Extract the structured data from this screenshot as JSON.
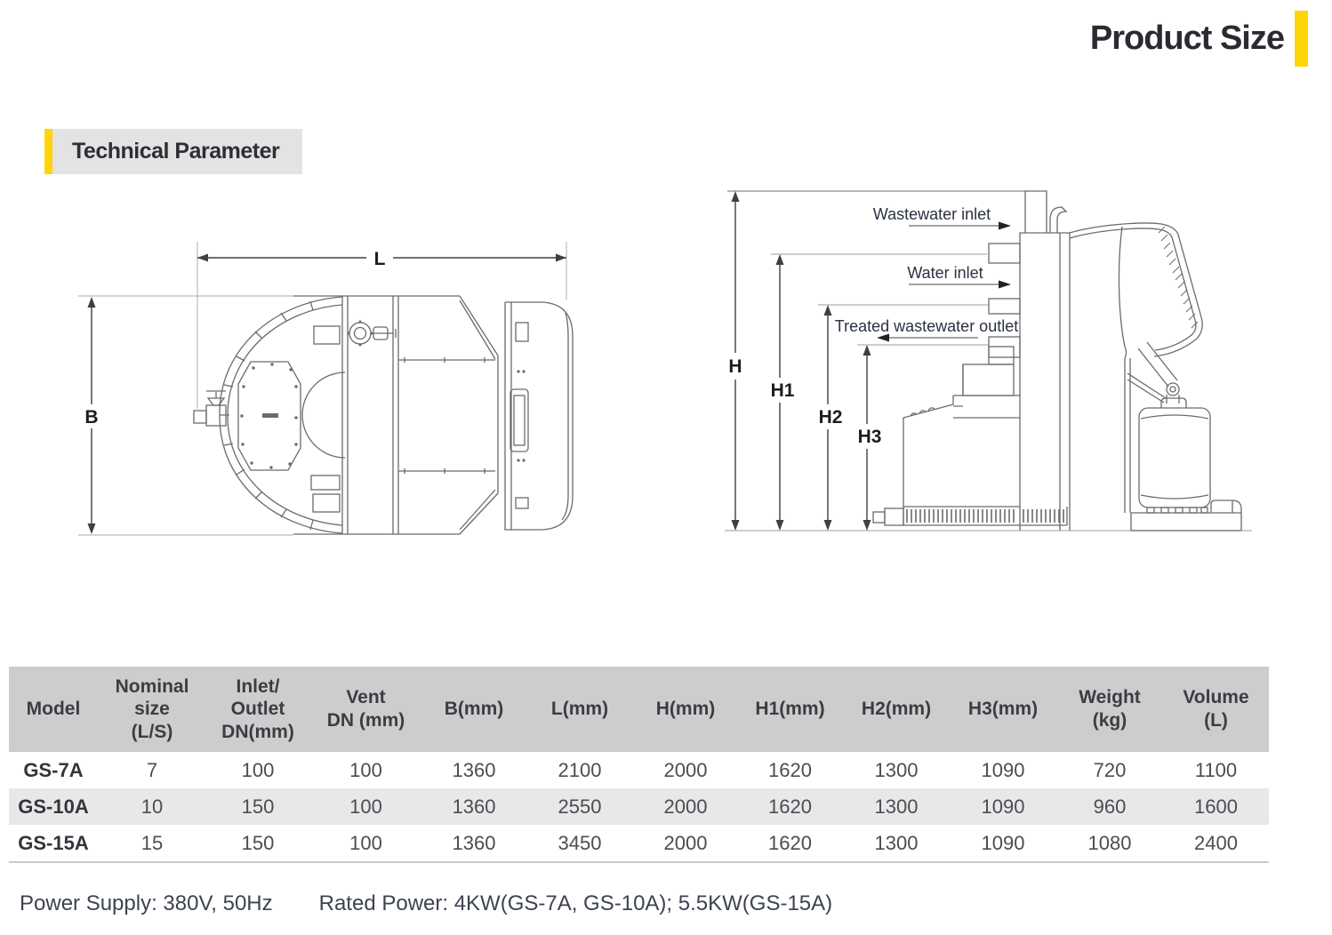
{
  "page": {
    "title": "Product Size",
    "section_heading": "Technical Parameter"
  },
  "colors": {
    "accent_yellow": "#FFD408",
    "table_header_bg": "#cdcdcd",
    "table_alt_row_bg": "#e8e8e8"
  },
  "front_view": {
    "dim_length": "L",
    "dim_width": "B"
  },
  "side_view": {
    "dim_h": "H",
    "dim_h1": "H1",
    "dim_h2": "H2",
    "dim_h3": "H3",
    "label_wastewater_inlet": "Wastewater inlet",
    "label_water_inlet": "Water inlet",
    "label_treated_outlet": "Treated wastewater outlet"
  },
  "table": {
    "headers": [
      "Model",
      "Nominal\nsize\n(L/S)",
      "Inlet/\nOutlet\nDN(mm)",
      "Vent\nDN (mm)",
      "B(mm)",
      "L(mm)",
      "H(mm)",
      "H1(mm)",
      "H2(mm)",
      "H3(mm)",
      "Weight\n(kg)",
      "Volume\n(L)"
    ],
    "rows": [
      {
        "model": "GS-7A",
        "cells": [
          "7",
          "100",
          "100",
          "1360",
          "2100",
          "2000",
          "1620",
          "1300",
          "1090",
          "720",
          "1100"
        ]
      },
      {
        "model": "GS-10A",
        "cells": [
          "10",
          "150",
          "100",
          "1360",
          "2550",
          "2000",
          "1620",
          "1300",
          "1090",
          "960",
          "1600"
        ]
      },
      {
        "model": "GS-15A",
        "cells": [
          "15",
          "150",
          "100",
          "1360",
          "3450",
          "2000",
          "1620",
          "1300",
          "1090",
          "1080",
          "2400"
        ]
      }
    ]
  },
  "footer": {
    "power_supply": "Power Supply: 380V, 50Hz",
    "rated_power": "Rated Power: 4KW(GS-7A, GS-10A); 5.5KW(GS-15A)"
  }
}
